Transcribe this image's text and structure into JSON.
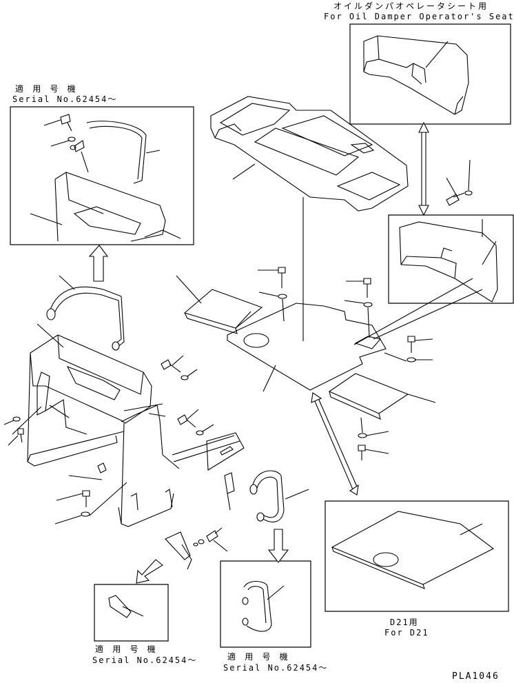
{
  "labels": {
    "seal_jp": "オイルダンパオペレータシート用",
    "seal_en": "For Oil Damper Operator's Seat",
    "serial_tl_jp": "適 用 号 機",
    "serial_tl_en": "Serial No.62454～",
    "serial_bl_jp": "適 用 号 機",
    "serial_bl_en": "Serial No.62454～",
    "serial_bc_jp": "適 用 号 機",
    "serial_bc_en": "Serial No.62454～",
    "d21_jp": "D21用",
    "d21_en": "For D21",
    "drawing_id": "PLA1046"
  }
}
